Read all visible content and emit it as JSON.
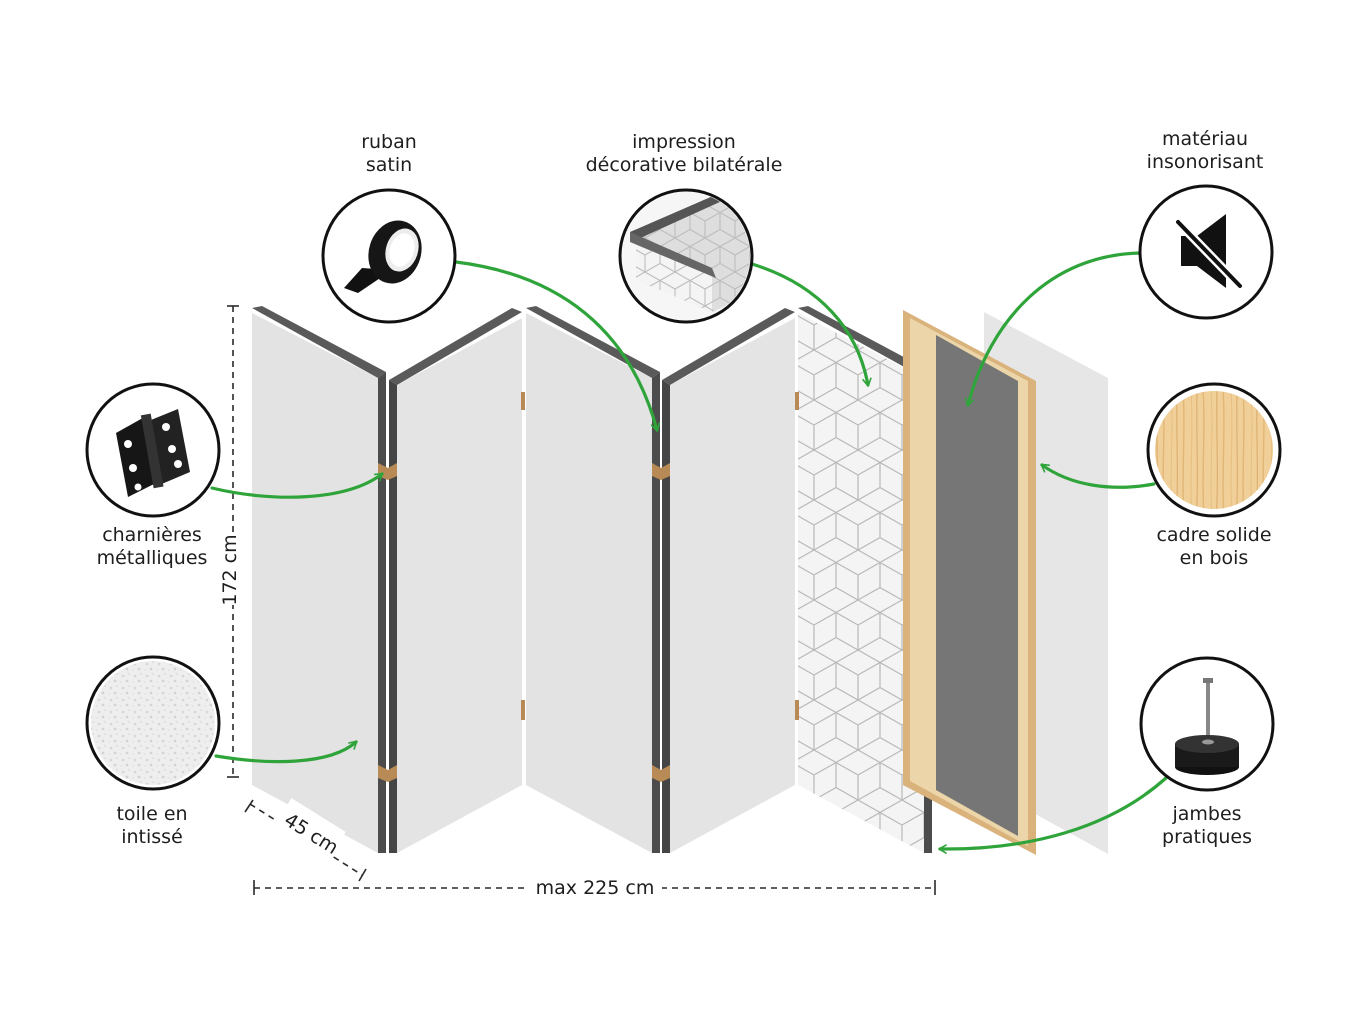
{
  "labels": {
    "ruban": {
      "line1": "ruban",
      "line2": "satin"
    },
    "impression": {
      "line1": "impression",
      "line2": "décorative bilatérale"
    },
    "materiau": {
      "line1": "matériau",
      "line2": "insonorisant"
    },
    "charnieres": {
      "line1": "charnières",
      "line2": "métalliques"
    },
    "cadre": {
      "line1": "cadre solide",
      "line2": "en bois"
    },
    "toile": {
      "line1": "toile en",
      "line2": "intissé"
    },
    "jambes": {
      "line1": "jambes",
      "line2": "pratiques"
    }
  },
  "dimensions": {
    "height": "172 cm",
    "depth": "45 cm",
    "width": "max 225 cm"
  },
  "icons": {
    "ruban": "tape-roll-icon",
    "impression": "cube-pattern-corner-icon",
    "materiau": "mute-speaker-icon",
    "charnieres": "metal-hinge-icon",
    "cadre": "wood-grain-icon",
    "toile": "fleece-texture-icon",
    "jambes": "pin-foot-icon"
  },
  "colors": {
    "arrow": "#2fa43a",
    "panel": "#e3e3e3",
    "panel_edge": "#5c5c5c",
    "insulation": "#767676",
    "wood": "#d9b27c"
  }
}
